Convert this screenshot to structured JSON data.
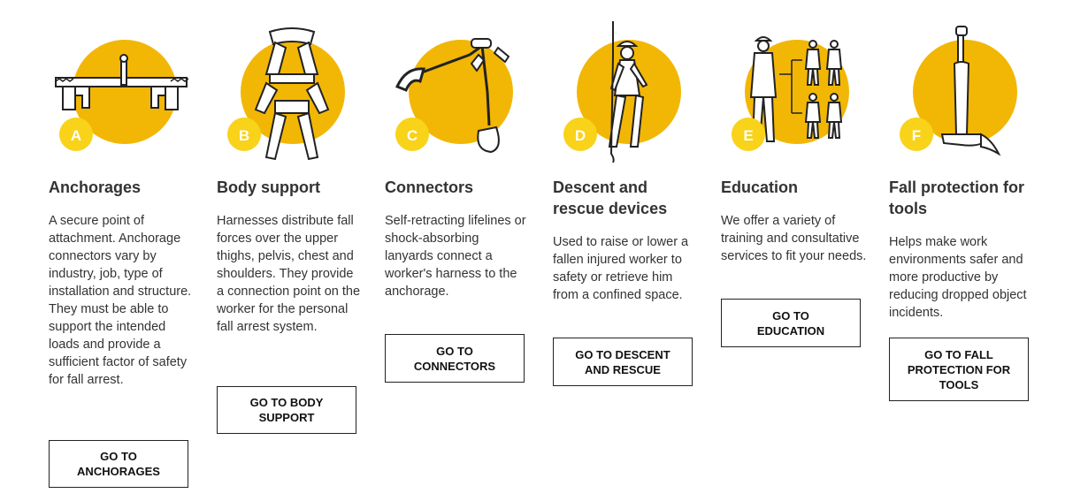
{
  "accent_color": "#f2b705",
  "badge_color": "#f9d21a",
  "categories": [
    {
      "letter": "A",
      "icon": "anchor-beam-icon",
      "title": "Anchorages",
      "description": "A secure point of attachment. Anchorage connectors vary by industry, job, type of installation and structure. They must be able to support the intended loads and provide a sufficient factor of safety for fall arrest.",
      "button": "GO TO ANCHORAGES"
    },
    {
      "letter": "B",
      "icon": "harness-icon",
      "title": "Body support",
      "description": "Harnesses distribute fall forces over the upper thighs, pelvis, chest and shoulders. They provide a connection point on the worker for the personal fall arrest system.",
      "button": "GO TO BODY SUPPORT"
    },
    {
      "letter": "C",
      "icon": "lanyard-icon",
      "title": "Connectors",
      "description": "Self-retracting lifelines or shock-absorbing lanyards connect a worker's harness to the anchorage.",
      "button": "GO TO CONNECTORS"
    },
    {
      "letter": "D",
      "icon": "rescue-worker-icon",
      "title": "Descent and rescue devices",
      "description": "Used to raise or lower a fallen injured worker to safety or retrieve him from a confined space.",
      "button": "GO TO DESCENT AND RESCUE"
    },
    {
      "letter": "E",
      "icon": "training-team-icon",
      "title": "Education",
      "description": "We offer a variety of training and consultative services to fit your needs.",
      "button": "GO TO EDUCATION"
    },
    {
      "letter": "F",
      "icon": "tethered-hammer-icon",
      "title": "Fall protection for tools",
      "description": "Helps make work environments safer and more productive by reducing dropped object incidents.",
      "button": "GO TO FALL PROTECTION FOR TOOLS"
    }
  ]
}
